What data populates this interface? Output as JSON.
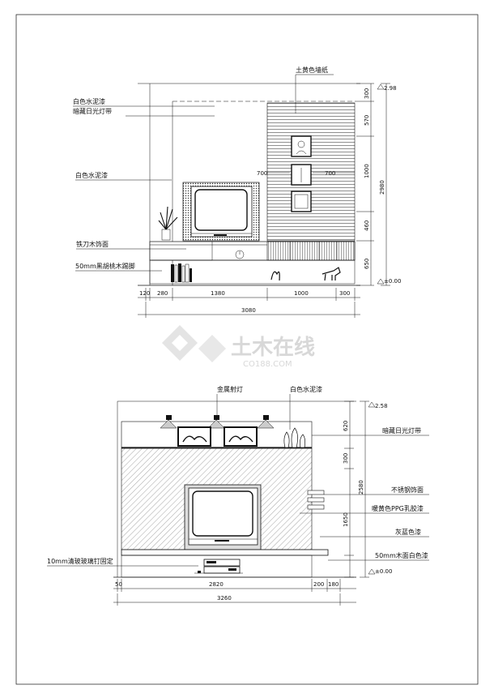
{
  "watermark": {
    "brand": "土木在线",
    "url": "CO188.COM",
    "color": "#d6d6d6"
  },
  "elevation_top": {
    "labels": {
      "wallpaper": "土黄色墙纸",
      "white_cement_paint_1": "白色水泥漆",
      "hidden_lamp_1": "暗藏日光灯带",
      "white_cement_paint_2": "白色水泥漆",
      "iron_knife_wood": "铁刀木饰面",
      "black_walnut_skirting": "50mm黑胡桃木踢脚"
    },
    "widths": [
      "120",
      "280",
      "1380",
      "1000",
      "300"
    ],
    "total_width": "3080",
    "heights": [
      "300",
      "570",
      "1000",
      "460",
      "650"
    ],
    "total_height": "2980",
    "top_level": "2.98",
    "floor_level": "±0.00",
    "shelf_dims": [
      "700",
      "700"
    ]
  },
  "elevation_bottom": {
    "labels": {
      "metal_spotlight": "金属射灯",
      "white_cement_paint": "白色水泥漆",
      "hidden_lamp": "暗藏日光灯带",
      "stainless_trim": "不锈钢饰面",
      "yellow_ppg_latex": "暖黄色PPG乳胶漆",
      "grey_blue_paint": "灰蓝色漆",
      "white_wood_top": "50mm木面白色漆",
      "glass_nail": "10mm清玻玻璃钉固定"
    },
    "widths": [
      "50",
      "2820",
      "200",
      "180"
    ],
    "total_width": "3260",
    "heights": [
      "620",
      "300",
      "1650"
    ],
    "total_height": "2580",
    "top_level": "2.58",
    "floor_level": "±0.00"
  },
  "colors": {
    "ink": "#111111",
    "hatch": "#555555",
    "paper": "#ffffff"
  }
}
